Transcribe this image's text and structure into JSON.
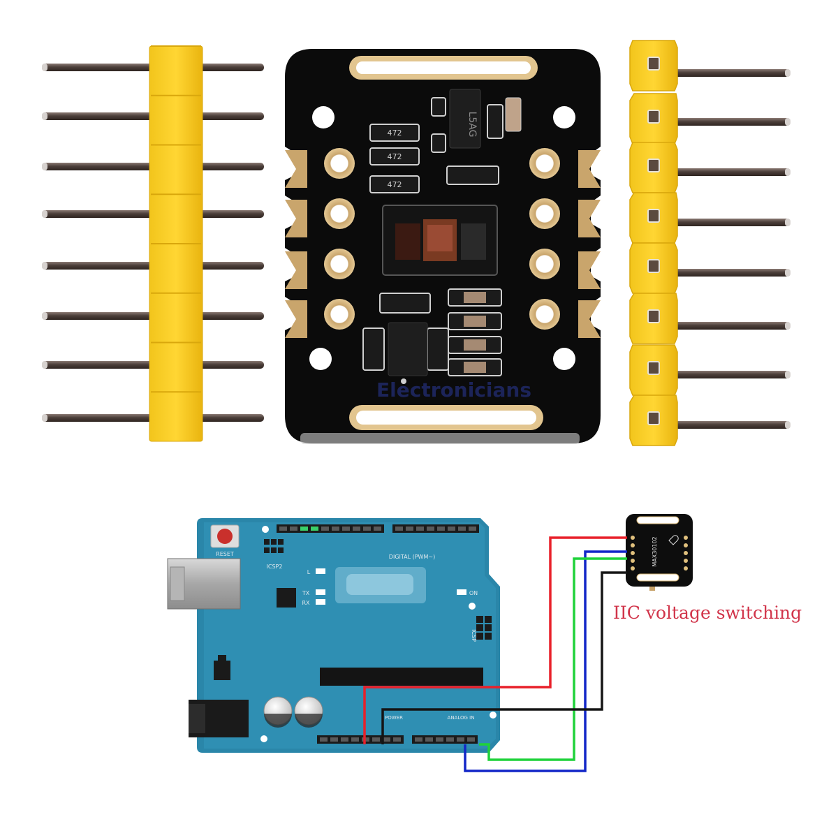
{
  "pcb": {
    "chips": {
      "top_ic": "L5AG",
      "resistor_1": "472",
      "resistor_2": "472",
      "resistor_3": "472"
    },
    "watermark": "Electronicians"
  },
  "arduino": {
    "reset_label": "RESET",
    "icsp2_label": "ICSP2",
    "digital_label": "DIGITAL (PWM~)",
    "l_label": "L",
    "tx_label": "TX",
    "rx_label": "RX",
    "on_label": "ON",
    "icsp_label": "ICSP",
    "power_label": "POWER",
    "analog_label": "ANALOG IN"
  },
  "sensor_module": {
    "silk": "MAX30102"
  },
  "annotation": {
    "text": "IIC voltage switching",
    "color": "#d1344a"
  },
  "wires": {
    "red": "#e8202a",
    "blue": "#1226c7",
    "green": "#1fd23a",
    "black": "#151515"
  }
}
